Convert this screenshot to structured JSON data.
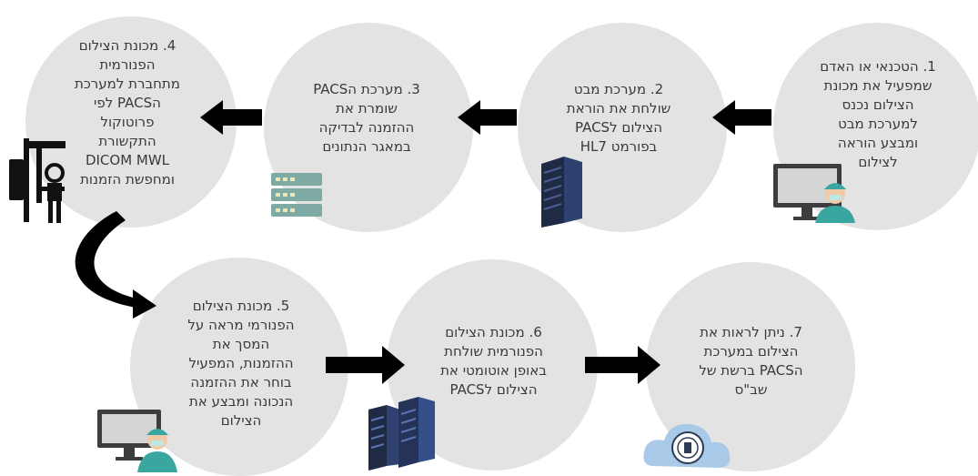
{
  "steps": [
    {
      "id": 1,
      "text": "1. הטכנאי או האדם\nשמפעיל את מכונת\nהצילום נכנס\nלמערכת מבט\nומבצע הוראה\nלצילום"
    },
    {
      "id": 2,
      "text": "2. מערכת מבט\nשולחת את הוראת\nהצילום לPACS\nבפורמט HL7"
    },
    {
      "id": 3,
      "text": "3. מערכת הPACS\nשומרת את\nההזמנה לבדיקה\nבמאגר הנתונים"
    },
    {
      "id": 4,
      "text": "4. מכונת הצילום\nהפנורמית\nמתחברת למערכת\nהPACS לפי\nפרוטוקול\nהתקשורת\nDICOM MWL\nומחפשת הזמנות"
    },
    {
      "id": 5,
      "text": "5. מכונת הצילום\nהפנורמי מראה על\nהמסך את\nההזמנות, המפעיל\nבוחר את ההזמנה\nהנכונה ומבצע את\nהצילום"
    },
    {
      "id": 6,
      "text": "6. מכונת הצילום\nהפנורמית שולחת\nבאופן אוטומטי את\nהצילום לPACS"
    },
    {
      "id": 7,
      "text": "7. ניתן לראות את\nהצילום במערכת\nהPACS ברשת של\nשב\"ס"
    }
  ],
  "icons": {
    "step1": "technician-at-monitor-icon",
    "step2": "server-tower-icon",
    "step3": "server-rack-icon",
    "step4": "panoramic-xray-machine-icon",
    "step5": "technician-at-monitor-icon",
    "step6": "server-cluster-icon",
    "step7": "cloud-emblem-icon"
  },
  "colors": {
    "circle": "#e3e3e3",
    "arrow": "#000000",
    "text": "#3a3a3a",
    "monitor_frame": "#3d3d3d",
    "monitor_screen": "#d6d6d6",
    "scrubs": "#3aa6a0",
    "server_dark": "#1f2a44",
    "server_light": "#2e4170",
    "rack": "#7fa9a3",
    "cloud": "#a9c9e8"
  }
}
